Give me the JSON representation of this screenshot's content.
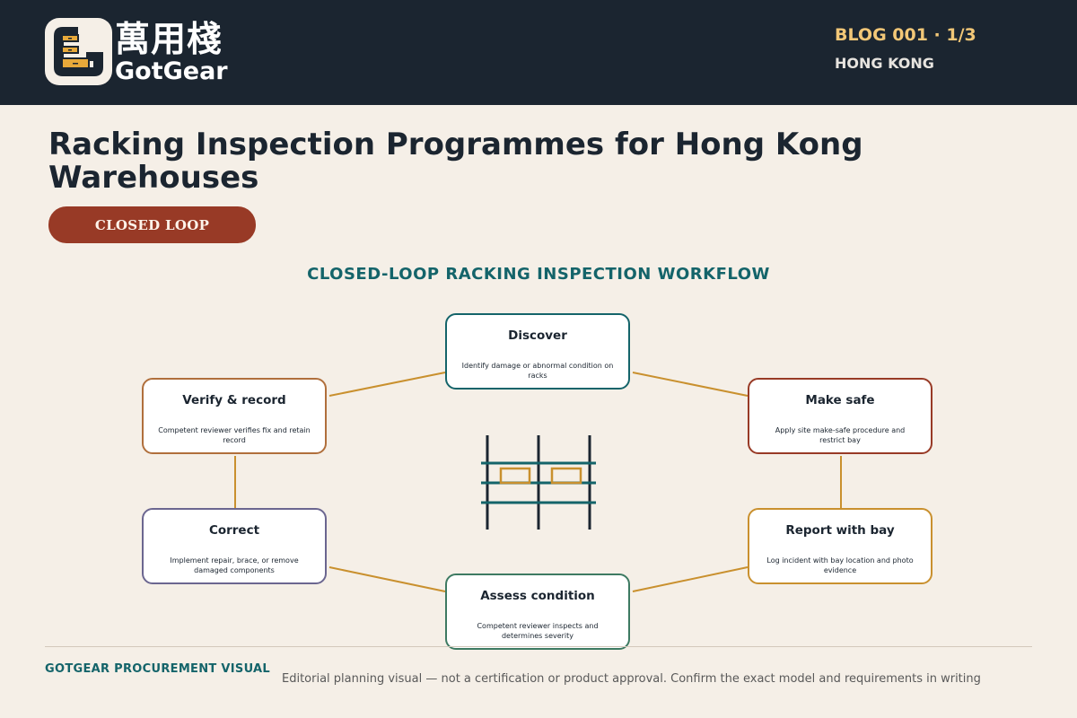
{
  "header": {
    "logo_cn": "萬用棧",
    "logo_en": "GotGear",
    "blog_number": "BLOG 001 · 1/3",
    "location": "HONG KONG"
  },
  "article": {
    "title": "Racking Inspection Programmes for Hong Kong Warehouses",
    "tag": "CLOSED LOOP"
  },
  "diagram": {
    "title": "CLOSED-LOOP RACKING INSPECTION WORKFLOW",
    "connector_color": "#c9902e",
    "nodes": [
      {
        "id": "discover",
        "title": "Discover",
        "desc": "Identify damage or abnormal condition on racks",
        "color": "#14646a"
      },
      {
        "id": "make-safe",
        "title": "Make safe",
        "desc": "Apply site make-safe procedure and restrict bay",
        "color": "#983a26"
      },
      {
        "id": "report",
        "title": "Report with bay",
        "desc": "Log incident with bay location and photo evidence",
        "color": "#c9902e"
      },
      {
        "id": "assess",
        "title": "Assess condition",
        "desc": "Competent reviewer inspects and determines severity",
        "color": "#3d7a62"
      },
      {
        "id": "correct",
        "title": "Correct",
        "desc": "Implement repair, brace, or remove damaged components",
        "color": "#6b6690"
      },
      {
        "id": "verify",
        "title": "Verify & record",
        "desc": "Competent reviewer verifies fix and retain record",
        "color": "#b06f3c"
      }
    ]
  },
  "footer": {
    "brand": "GOTGEAR PROCUREMENT VISUAL",
    "note": "Editorial planning visual — not a certification or product approval. Confirm the exact model and requirements in writing"
  }
}
